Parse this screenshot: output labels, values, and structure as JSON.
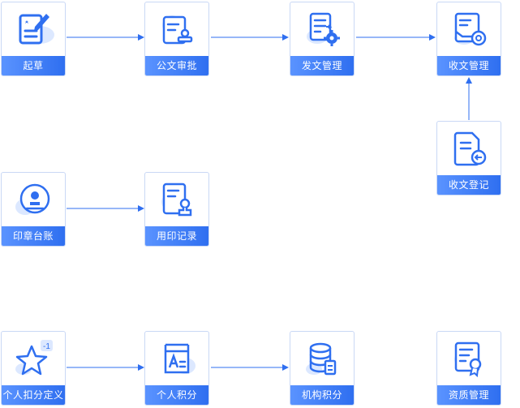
{
  "colors": {
    "accent": "#2f6ff0",
    "accent_light": "#5a93ff",
    "blob": "#dce8ff",
    "line": "#2f6ff0"
  },
  "nodes": {
    "draft": {
      "label": "起草",
      "icon": "edit-doc-icon"
    },
    "doc_approval": {
      "label": "公文审批",
      "icon": "approval-stamp-icon"
    },
    "outgoing": {
      "label": "发文管理",
      "icon": "doc-gear-icon"
    },
    "incoming": {
      "label": "收文管理",
      "icon": "tray-gear-icon"
    },
    "incoming_reg": {
      "label": "收文登记",
      "icon": "doc-arrow-icon"
    },
    "seal_ledger": {
      "label": "印章台账",
      "icon": "seal-icon"
    },
    "seal_record": {
      "label": "用印记录",
      "icon": "doc-stamp-icon"
    },
    "points_def": {
      "label": "个人扣分定义",
      "icon": "star-minus-icon",
      "badge": "-1"
    },
    "personal_pts": {
      "label": "个人积分",
      "icon": "doc-a-icon"
    },
    "org_pts": {
      "label": "机构积分",
      "icon": "database-doc-icon"
    },
    "qualification": {
      "label": "资质管理",
      "icon": "certificate-icon"
    }
  }
}
